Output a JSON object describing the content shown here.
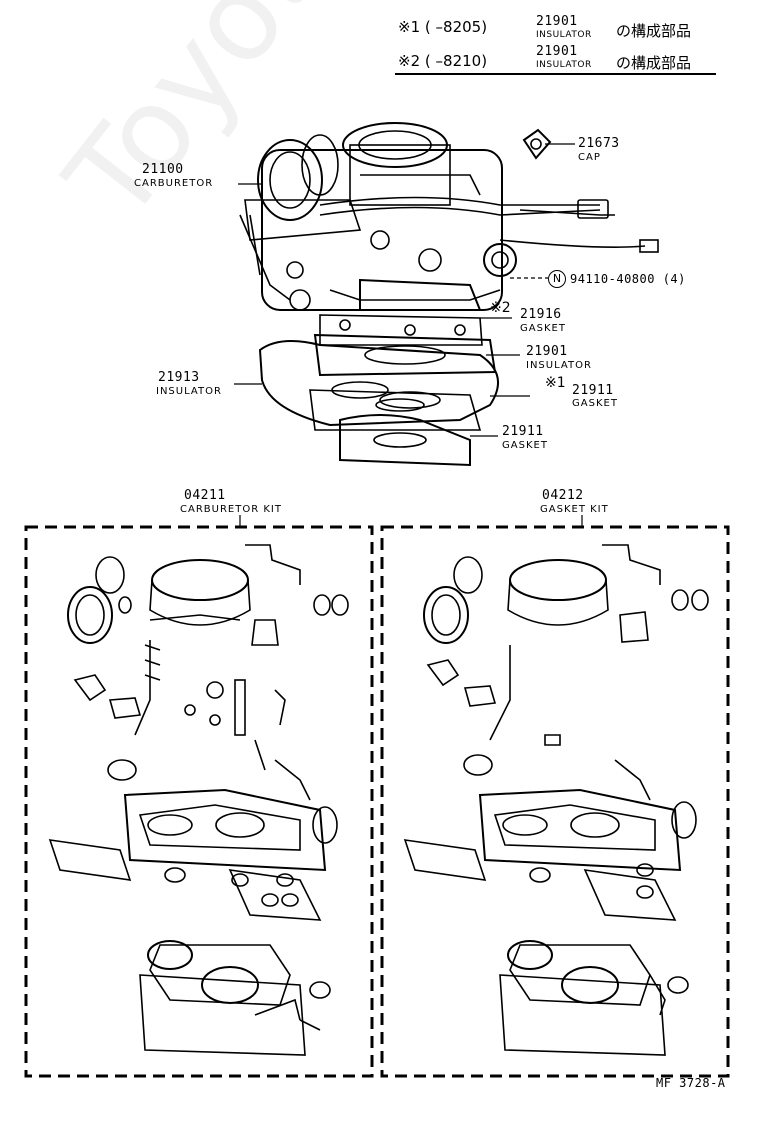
{
  "header": {
    "line1": {
      "mark": "※1",
      "range": "(      –8205)",
      "part_no": "21901",
      "part_name": "INSULATOR",
      "jp": "の構成部品"
    },
    "line2": {
      "mark": "※2",
      "range": "(      –8210)",
      "part_no": "21901",
      "part_name": "INSULATOR",
      "jp": "の構成部品"
    }
  },
  "callouts": [
    {
      "id": "carburetor",
      "num": "21100",
      "name": "CARBURETOR",
      "mark": ""
    },
    {
      "id": "cap",
      "num": "21673",
      "name": "CAP",
      "mark": ""
    },
    {
      "id": "nut",
      "num": "94110-40800 (4)",
      "name": "",
      "mark": "N"
    },
    {
      "id": "gasket-upper",
      "num": "21916",
      "name": "GASKET",
      "mark": "※2"
    },
    {
      "id": "insulator-right",
      "num": "21901",
      "name": "INSULATOR",
      "mark": ""
    },
    {
      "id": "insulator-left",
      "num": "21913",
      "name": "INSULATOR",
      "mark": ""
    },
    {
      "id": "gasket-mid",
      "num": "21911",
      "name": "GASKET",
      "mark": "※1"
    },
    {
      "id": "gasket-lower",
      "num": "21911",
      "name": "GASKET",
      "mark": ""
    }
  ],
  "kits": [
    {
      "num": "04211",
      "name": "CARBURETOR KIT"
    },
    {
      "num": "04212",
      "name": "GASKET KIT"
    }
  ],
  "figure_code": "MF  3728-A",
  "watermark": "ToyotaCarwine.ru"
}
